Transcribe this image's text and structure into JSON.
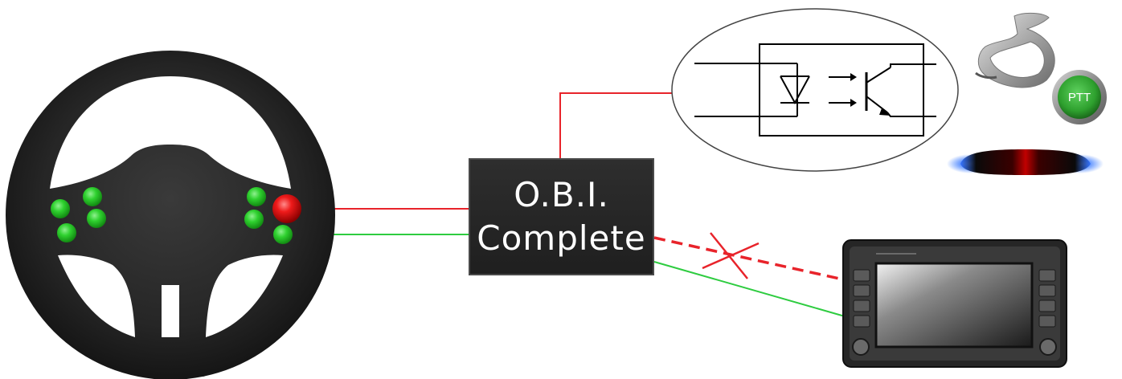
{
  "obi_box": {
    "line1": "O.B.I.",
    "line2": "Complete"
  },
  "ptt_button": {
    "label": "PTT"
  },
  "colors": {
    "wire_red": "#e8232a",
    "wire_green": "#2ecc40",
    "button_green": "#22c22a",
    "button_red": "#e01010",
    "wheel": "#262626",
    "box": "#262626"
  },
  "icons": {
    "steering_wheel": "steering-wheel-icon",
    "optocoupler": "optocoupler-symbol-icon",
    "horn": "horn-icon",
    "ptt": "ptt-button-icon",
    "lightbar": "emergency-lightbar-icon",
    "head_unit": "car-radio-head-unit-icon",
    "blocked": "cross-mark-icon"
  }
}
